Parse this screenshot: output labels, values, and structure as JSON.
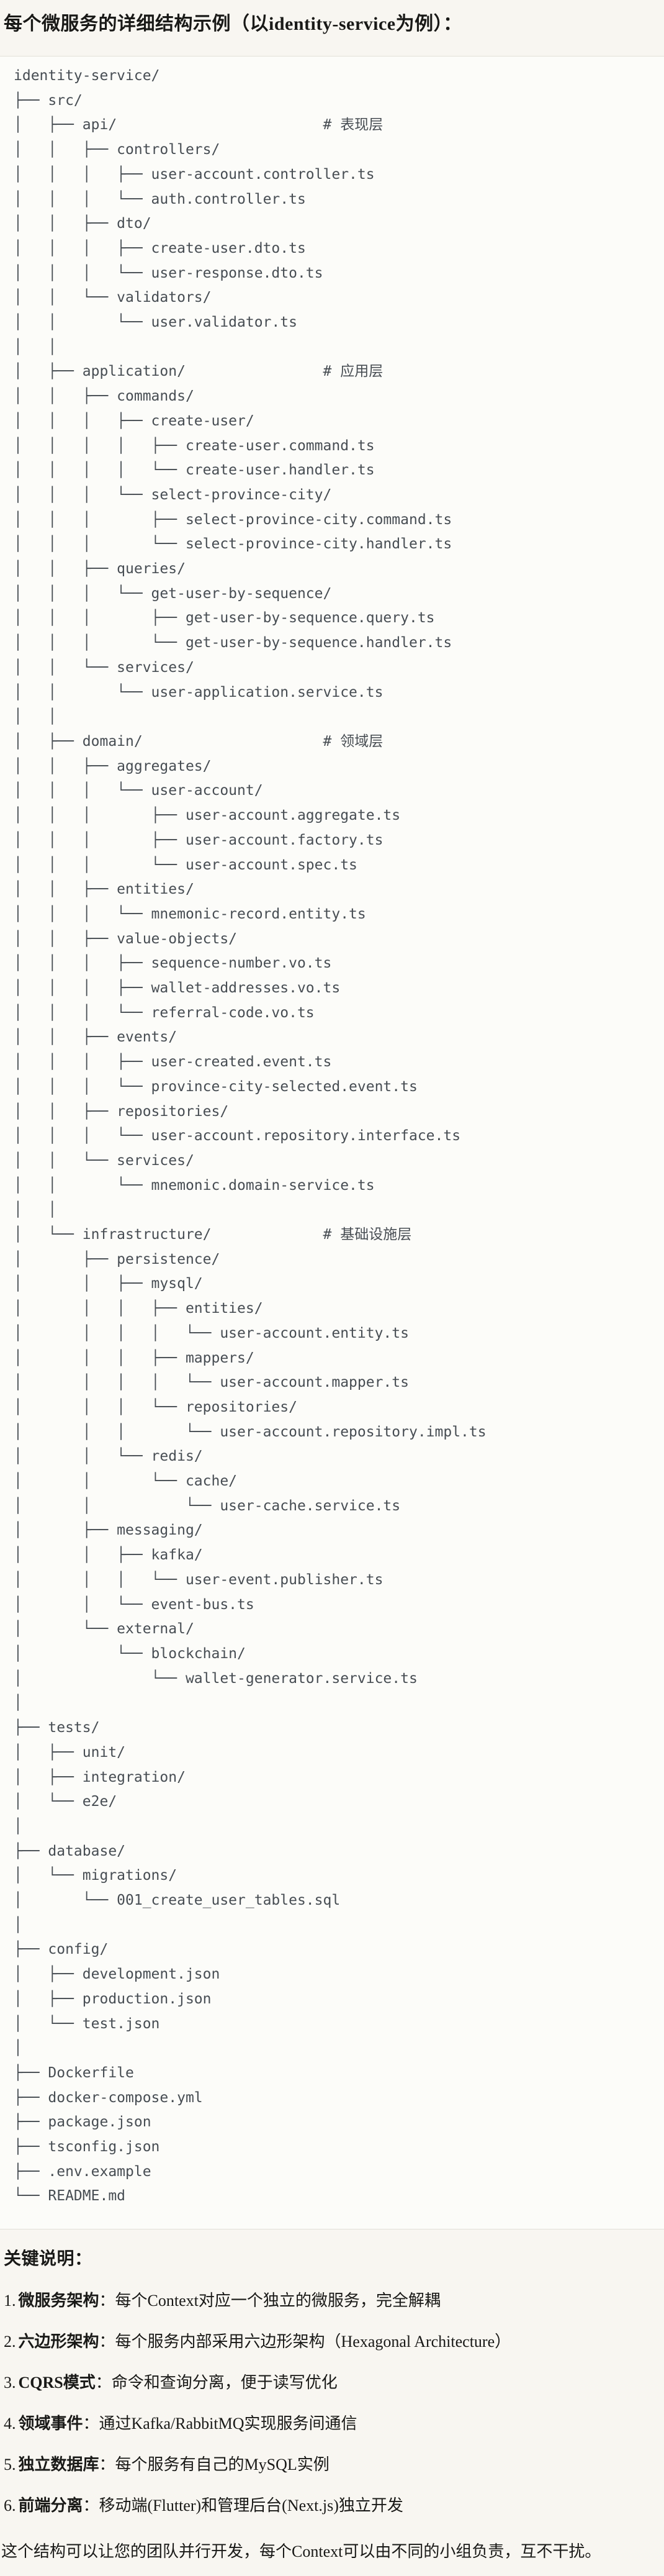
{
  "title": "每个微服务的详细结构示例（以identity-service为例）：",
  "code": {
    "tree_lines": [
      "identity-service/",
      "├── src/",
      "│   ├── api/                        # 表现层",
      "│   │   ├── controllers/",
      "│   │   │   ├── user-account.controller.ts",
      "│   │   │   └── auth.controller.ts",
      "│   │   ├── dto/",
      "│   │   │   ├── create-user.dto.ts",
      "│   │   │   └── user-response.dto.ts",
      "│   │   └── validators/",
      "│   │       └── user.validator.ts",
      "│   │",
      "│   ├── application/                # 应用层",
      "│   │   ├── commands/",
      "│   │   │   ├── create-user/",
      "│   │   │   │   ├── create-user.command.ts",
      "│   │   │   │   └── create-user.handler.ts",
      "│   │   │   └── select-province-city/",
      "│   │   │       ├── select-province-city.command.ts",
      "│   │   │       └── select-province-city.handler.ts",
      "│   │   ├── queries/",
      "│   │   │   └── get-user-by-sequence/",
      "│   │   │       ├── get-user-by-sequence.query.ts",
      "│   │   │       └── get-user-by-sequence.handler.ts",
      "│   │   └── services/",
      "│   │       └── user-application.service.ts",
      "│   │",
      "│   ├── domain/                     # 领域层",
      "│   │   ├── aggregates/",
      "│   │   │   └── user-account/",
      "│   │   │       ├── user-account.aggregate.ts",
      "│   │   │       ├── user-account.factory.ts",
      "│   │   │       └── user-account.spec.ts",
      "│   │   ├── entities/",
      "│   │   │   └── mnemonic-record.entity.ts",
      "│   │   ├── value-objects/",
      "│   │   │   ├── sequence-number.vo.ts",
      "│   │   │   ├── wallet-addresses.vo.ts",
      "│   │   │   └── referral-code.vo.ts",
      "│   │   ├── events/",
      "│   │   │   ├── user-created.event.ts",
      "│   │   │   └── province-city-selected.event.ts",
      "│   │   ├── repositories/",
      "│   │   │   └── user-account.repository.interface.ts",
      "│   │   └── services/",
      "│   │       └── mnemonic.domain-service.ts",
      "│   │",
      "│   └── infrastructure/             # 基础设施层",
      "│       ├── persistence/",
      "│       │   ├── mysql/",
      "│       │   │   ├── entities/",
      "│       │   │   │   └── user-account.entity.ts",
      "│       │   │   ├── mappers/",
      "│       │   │   │   └── user-account.mapper.ts",
      "│       │   │   └── repositories/",
      "│       │   │       └── user-account.repository.impl.ts",
      "│       │   └── redis/",
      "│       │       └── cache/",
      "│       │           └── user-cache.service.ts",
      "│       ├── messaging/",
      "│       │   ├── kafka/",
      "│       │   │   └── user-event.publisher.ts",
      "│       │   └── event-bus.ts",
      "│       └── external/",
      "│           └── blockchain/",
      "│               └── wallet-generator.service.ts",
      "│",
      "├── tests/",
      "│   ├── unit/",
      "│   ├── integration/",
      "│   └── e2e/",
      "│",
      "├── database/",
      "│   └── migrations/",
      "│       └── 001_create_user_tables.sql",
      "│",
      "├── config/",
      "│   ├── development.json",
      "│   ├── production.json",
      "│   └── test.json",
      "│",
      "├── Dockerfile",
      "├── docker-compose.yml",
      "├── package.json",
      "├── tsconfig.json",
      "├── .env.example",
      "└── README.md"
    ]
  },
  "notes": {
    "heading": "关键说明：",
    "items": [
      {
        "num": "1.",
        "term": "微服务架构",
        "text": "：每个Context对应一个独立的微服务，完全解耦"
      },
      {
        "num": "2.",
        "term": "六边形架构",
        "text": "：每个服务内部采用六边形架构（Hexagonal Architecture）"
      },
      {
        "num": "3.",
        "term": "CQRS模式",
        "text": "：命令和查询分离，便于读写优化"
      },
      {
        "num": "4.",
        "term": "领域事件",
        "text": "：通过Kafka/RabbitMQ实现服务间通信"
      },
      {
        "num": "5.",
        "term": "独立数据库",
        "text": "：每个服务有自己的MySQL实例"
      },
      {
        "num": "6.",
        "term": "前端分离",
        "text": "：移动端(Flutter)和管理后台(Next.js)独立开发"
      }
    ]
  },
  "closing": "这个结构可以让您的团队并行开发，每个Context可以由不同的小组负责，互不干扰。"
}
